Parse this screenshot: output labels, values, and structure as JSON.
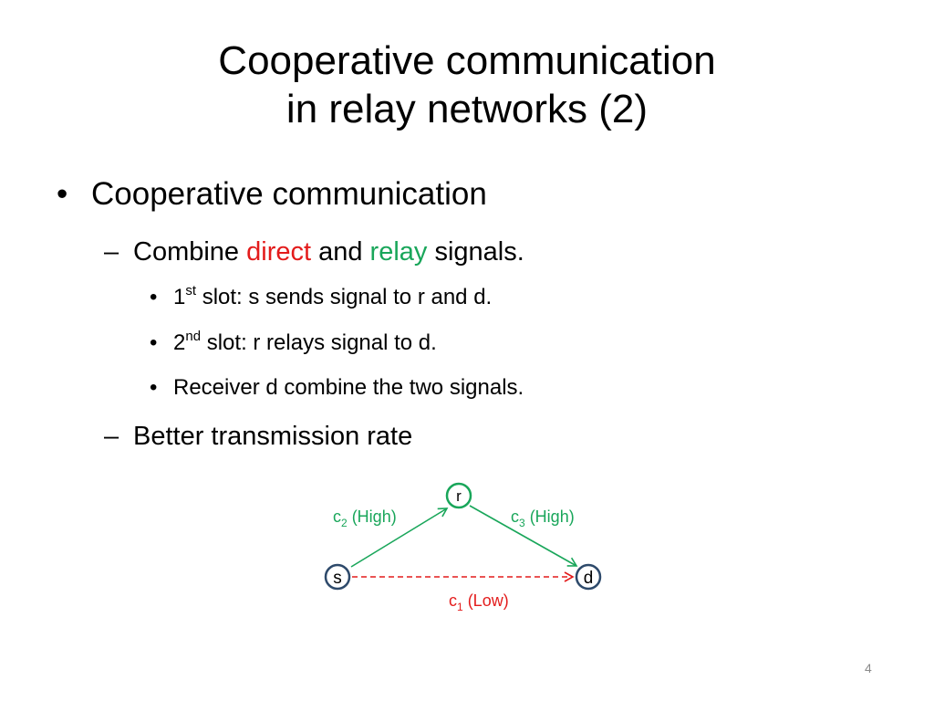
{
  "title": {
    "line1": "Cooperative communication",
    "line2": "in relay networks (2)"
  },
  "bullet1": {
    "text": "Cooperative communication",
    "sub": {
      "prefix": "Combine ",
      "direct": "direct",
      "middle": " and ",
      "relay": "relay",
      "suffix": " signals."
    },
    "items": [
      {
        "num": "1",
        "sup": "st",
        "text": " slot: s sends signal to r and d."
      },
      {
        "num": "2",
        "sup": "nd",
        "text": " slot: r relays signal to d."
      },
      {
        "text": "Receiver d combine the two signals."
      }
    ],
    "sub2": "Better transmission rate"
  },
  "diagram": {
    "nodes": {
      "s": "s",
      "r": "r",
      "d": "d"
    },
    "edges": {
      "c1": {
        "c": "c",
        "sub": "1",
        "label": " (Low)"
      },
      "c2": {
        "c": "c",
        "sub": "2",
        "label": " (High)"
      },
      "c3": {
        "c": "c",
        "sub": "3",
        "label": " (High)"
      }
    },
    "colors": {
      "direct_link": "#e31b1b",
      "relay_link": "#19a65a",
      "node_border": "#2e4a6b"
    }
  },
  "page_number": "4"
}
